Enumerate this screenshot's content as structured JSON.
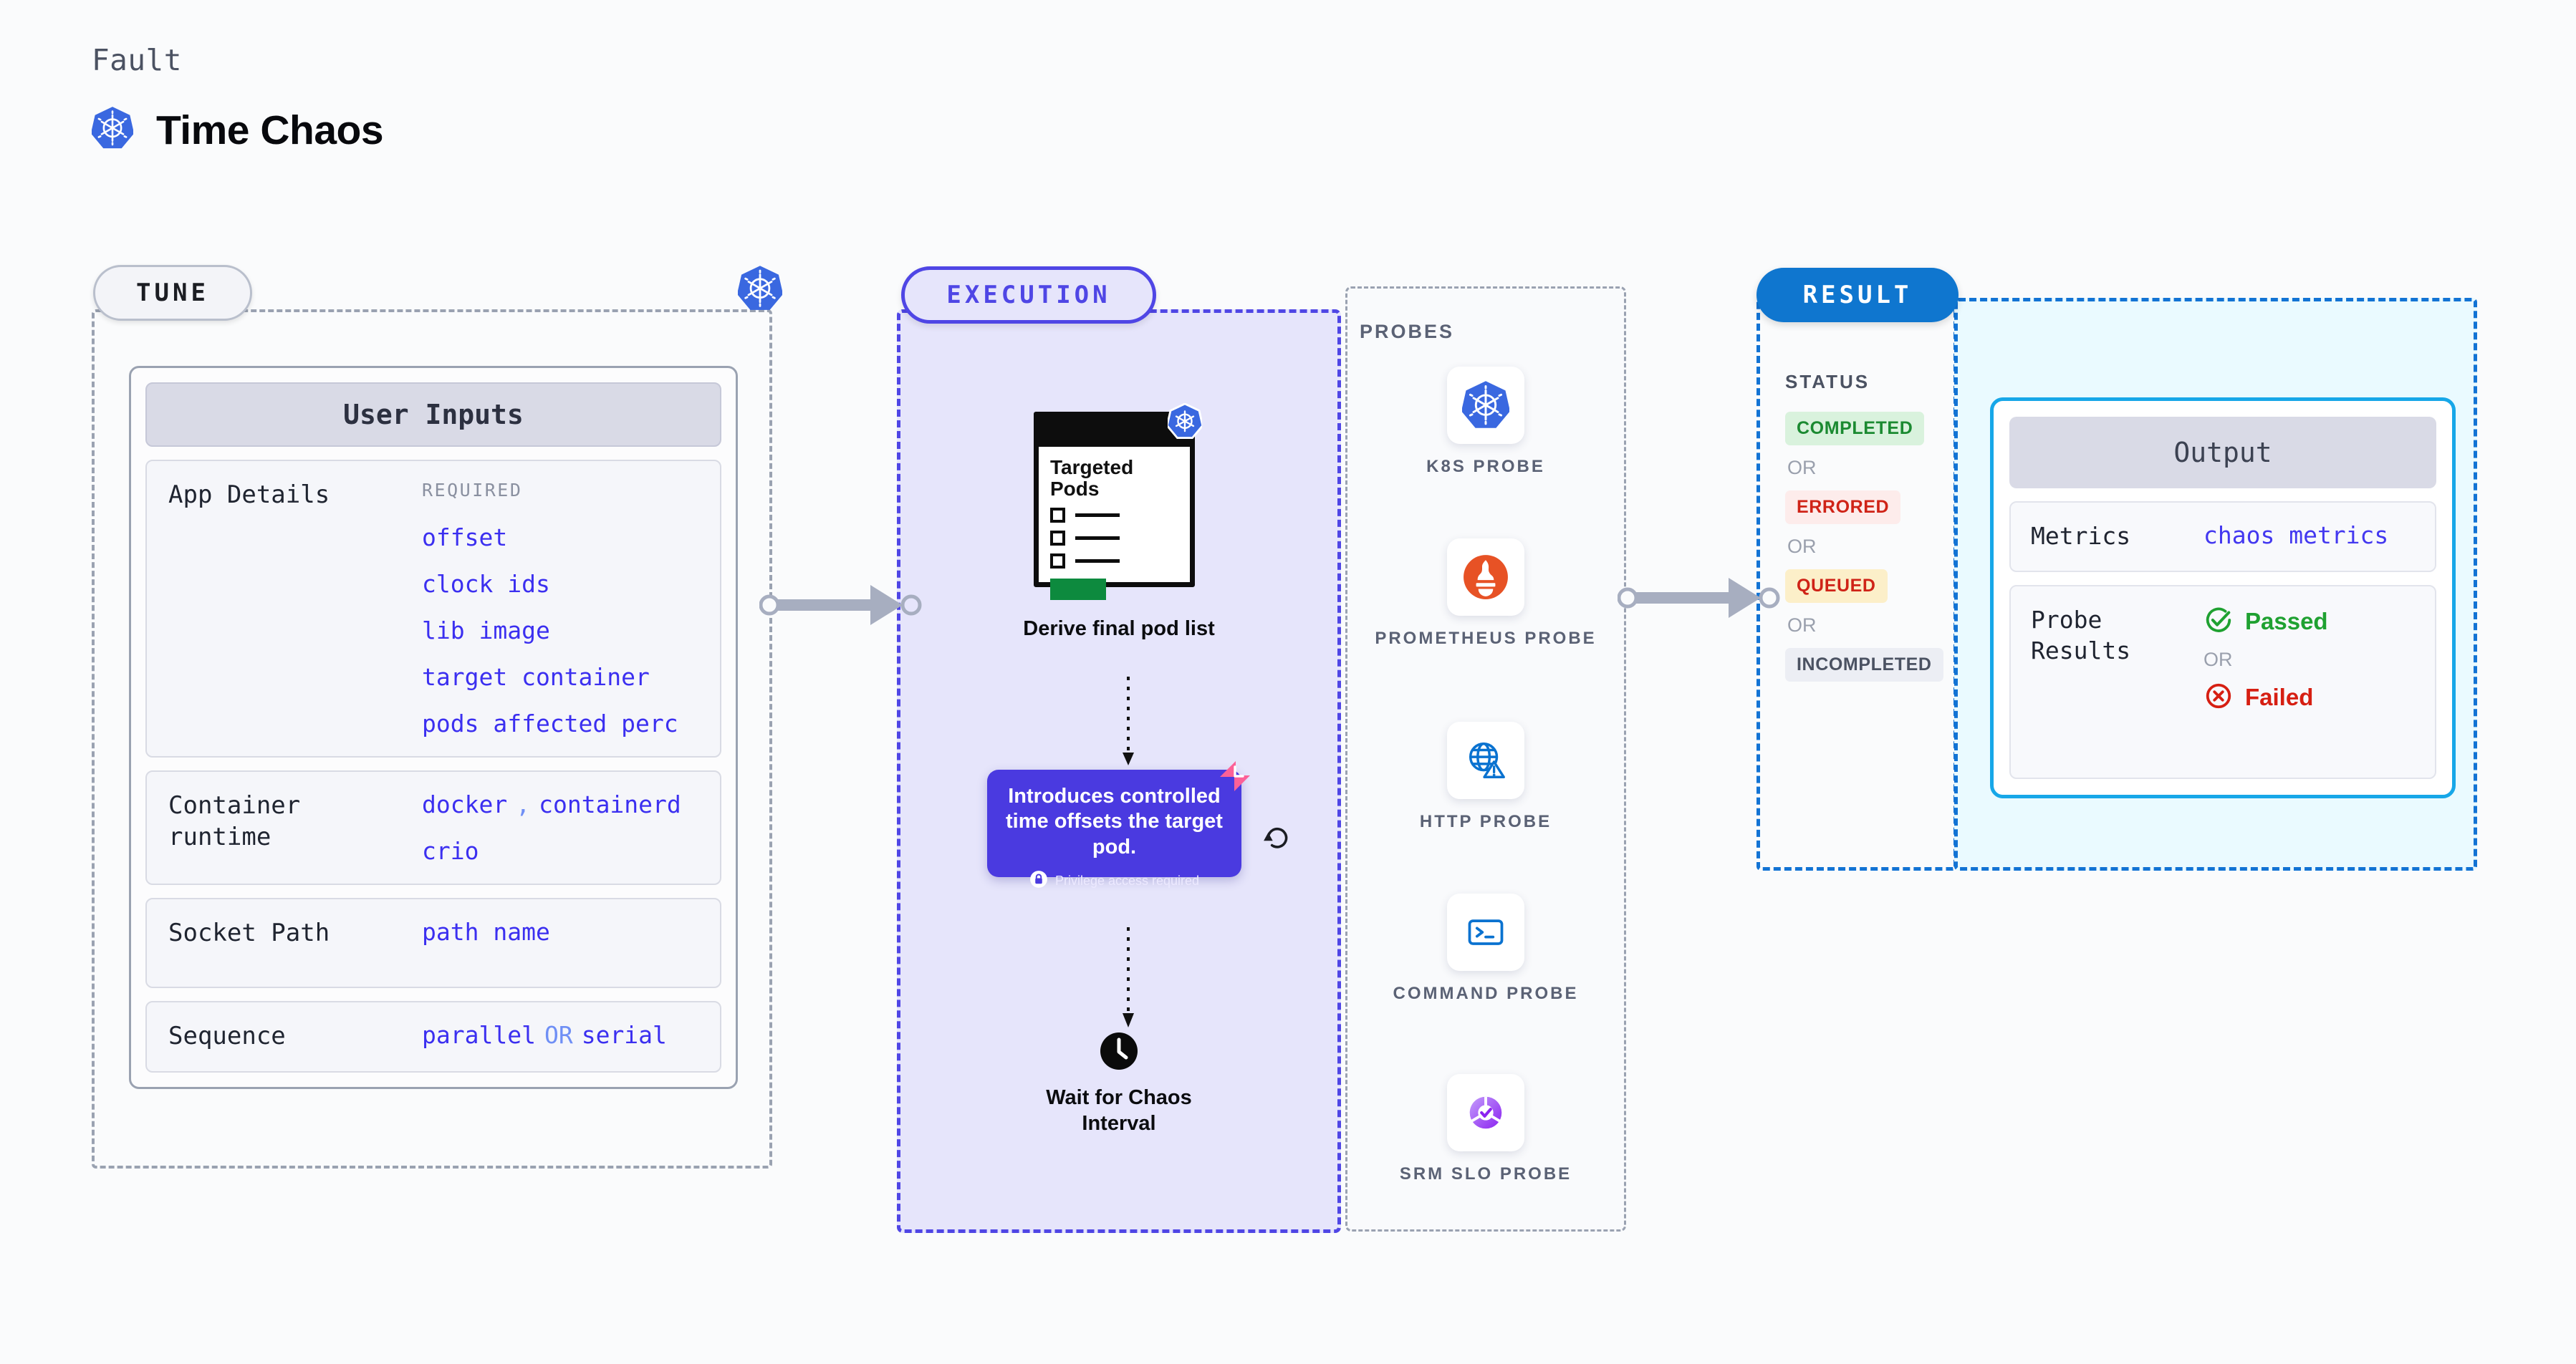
{
  "header": {
    "eyebrow": "Fault",
    "title": "Time Chaos",
    "logo_icon": "kubernetes-icon"
  },
  "tune": {
    "badge": "TUNE",
    "k8s_icon": "kubernetes-icon",
    "card_title": "User Inputs",
    "rows": [
      {
        "label": "App Details",
        "required_tag": "REQUIRED",
        "values": [
          "offset",
          "clock ids",
          "lib image",
          "target container",
          "pods affected perc"
        ]
      },
      {
        "label": "Container runtime",
        "values": [
          "docker",
          "containerd",
          "crio"
        ],
        "separator": ","
      },
      {
        "label": "Socket Path",
        "values": [
          "path name"
        ]
      },
      {
        "label": "Sequence",
        "values": [
          "parallel",
          "serial"
        ],
        "separator": "OR"
      }
    ]
  },
  "execution": {
    "badge": "EXECUTION",
    "pods_card": {
      "title_line1": "Targeted",
      "title_line2": "Pods",
      "k8s_icon": "kubernetes-icon"
    },
    "derive_label": "Derive final pod list",
    "callout": {
      "text": "Introduces controlled time offsets the target pod.",
      "privilege_note": "Privilege access required",
      "lock_icon": "lock-icon",
      "badge_icon": "time-skew-icon",
      "refresh_icon": "refresh-icon"
    },
    "wait_step": {
      "icon": "clock-icon",
      "label_line1": "Wait for Chaos",
      "label_line2": "Interval"
    }
  },
  "probes": {
    "title": "PROBES",
    "items": [
      {
        "label": "K8S PROBE",
        "icon": "kubernetes-icon"
      },
      {
        "label": "PROMETHEUS PROBE",
        "icon": "prometheus-icon"
      },
      {
        "label": "HTTP PROBE",
        "icon": "http-globe-warning-icon"
      },
      {
        "label": "COMMAND PROBE",
        "icon": "terminal-icon"
      },
      {
        "label": "SRM SLO PROBE",
        "icon": "srm-slo-icon"
      }
    ]
  },
  "result": {
    "badge": "RESULT",
    "status_label": "STATUS",
    "or_text": "OR",
    "statuses": [
      {
        "label": "COMPLETED",
        "bg": "#d9f2dd",
        "color": "#1b8a31"
      },
      {
        "label": "ERRORED",
        "bg": "#fdeceb",
        "color": "#cf2317"
      },
      {
        "label": "QUEUED",
        "bg": "#fcefc9",
        "color": "#cf2317"
      },
      {
        "label": "INCOMPLETED",
        "bg": "#eceef4",
        "color": "#4b5262"
      }
    ]
  },
  "output": {
    "card_title": "Output",
    "metrics_label": "Metrics",
    "metrics_value": "chaos metrics",
    "probe_results_label": "Probe Results",
    "passed_label": "Passed",
    "failed_label": "Failed",
    "or_text": "OR",
    "passed_icon": "check-circle-icon",
    "failed_icon": "x-circle-icon"
  },
  "colors": {
    "accent_indigo": "#4f46e5",
    "accent_blue": "#0f76cf",
    "accent_cyan": "#17a7e8",
    "value_blue": "#3b2ff0",
    "pink": "#fc6198",
    "green": "#1b8a31",
    "red": "#cf2317"
  }
}
